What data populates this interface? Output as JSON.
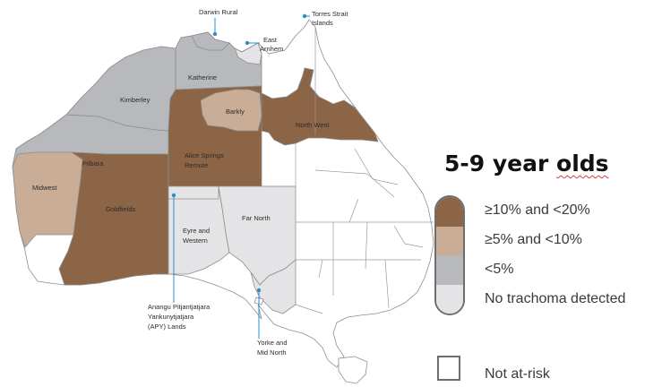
{
  "colors": {
    "high": "#8c6446",
    "medium": "#c9ad96",
    "low": "#b7b9bc",
    "none": "#e4e4e6",
    "not_at_risk": "#ffffff",
    "callout": "#2a8fc9"
  },
  "regions": [
    {
      "name": "Kimberley",
      "category": "low"
    },
    {
      "name": "Pilbara",
      "category": "low"
    },
    {
      "name": "Midwest",
      "category": "medium"
    },
    {
      "name": "Goldfields",
      "category": "high"
    },
    {
      "name": "Katherine",
      "category": "low"
    },
    {
      "name": "Barkly",
      "category": "medium"
    },
    {
      "name": "Alice Springs Remote",
      "category": "high"
    },
    {
      "name": "Darwin Rural",
      "category": "low"
    },
    {
      "name": "East Arnhem",
      "category": "none"
    },
    {
      "name": "Torres Strait Islands",
      "category": "not_at_risk"
    },
    {
      "name": "North West",
      "category": "high"
    },
    {
      "name": "Eyre and Western",
      "category": "none"
    },
    {
      "name": "Far North",
      "category": "none"
    },
    {
      "name": "Anangu Pitjantjatjara Yankunytjatjara (APY) Lands",
      "category": "none"
    },
    {
      "name": "Yorke and Mid North",
      "category": "none"
    }
  ],
  "labels": {
    "kimberley": "Kimberley",
    "pilbara": "Pilbara",
    "midwest": "Midwest",
    "goldfields": "Goldfields",
    "katherine": "Katherine",
    "barkly": "Barkly",
    "alice_1": "Alice Springs",
    "alice_2": "Remote",
    "darwin_rural": "Darwin Rural",
    "east_arnhem_1": "East",
    "east_arnhem_2": "Arnhem",
    "torres_1": "Torres Strait",
    "torres_2": "Islands",
    "north_west": "North West",
    "eyre_1": "Eyre and",
    "eyre_2": "Western",
    "far_north": "Far North",
    "apy_1": "Anangu Pitjantjatjara",
    "apy_2": "Yankunytjatjara",
    "apy_3": "(APY) Lands",
    "yorke_1": "Yorke and",
    "yorke_2": "Mid North"
  },
  "legend": {
    "title_prefix": "5-9 year ",
    "title_underlined": "olds",
    "items": [
      {
        "label": "≥10% and <20%",
        "category": "high"
      },
      {
        "label": "≥5% and <10%",
        "category": "medium"
      },
      {
        "label": "<5%",
        "category": "low"
      },
      {
        "label": "No trachoma detected",
        "category": "none"
      }
    ],
    "not_at_risk_label": "Not at-risk"
  }
}
